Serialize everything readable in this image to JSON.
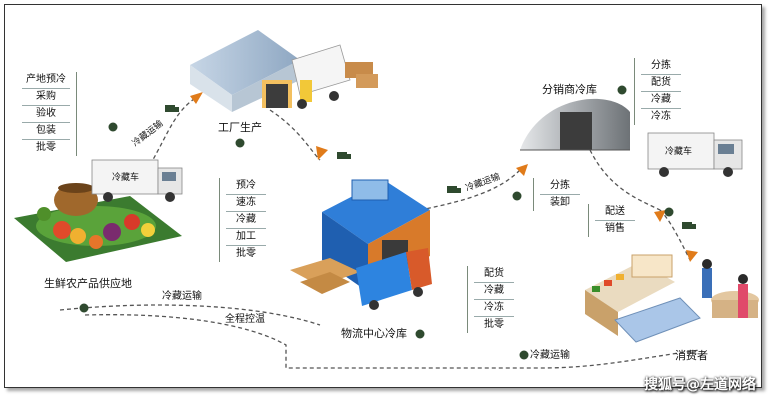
{
  "nodes": {
    "farm": "生鲜农产品供应地",
    "factory": "工厂生产",
    "logistics": "物流中心冷库",
    "distributor": "分销商冷库",
    "consumer": "消费者"
  },
  "lists": {
    "farm": [
      "产地预冷",
      "采购",
      "验收",
      "包装",
      "批零"
    ],
    "factory": [
      "预冷",
      "速冻",
      "冷藏",
      "加工",
      "批零"
    ],
    "logistics": [
      "配货",
      "冷藏",
      "冷冻",
      "批零"
    ],
    "distributor": [
      "分拣",
      "配货",
      "冷藏",
      "冷冻"
    ],
    "mid": [
      "分拣",
      "装卸"
    ],
    "consumer_side": [
      "配送",
      "销售"
    ]
  },
  "labels": {
    "cold_transport": "冷藏运输",
    "temp_control": "全程控温",
    "truck": "冷藏车",
    "watermark": "搜狐号@左道网络"
  },
  "colors": {
    "flow_line": "#555555",
    "arrow": "#e07b1a",
    "dot": "#2f4a2f",
    "building_blue": "#2f7ed8"
  }
}
